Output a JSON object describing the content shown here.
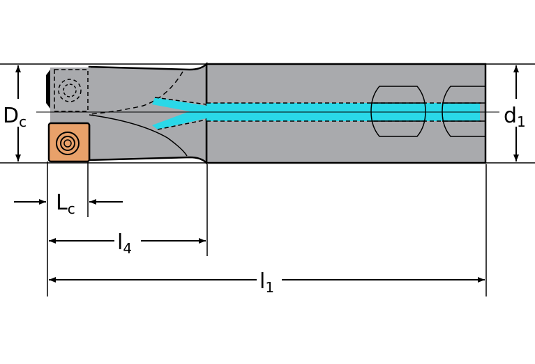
{
  "labels": {
    "dc": {
      "main": "D",
      "sub": "c"
    },
    "d1": {
      "main": "d",
      "sub": "1"
    },
    "lc": {
      "main": "L",
      "sub": "c"
    },
    "l4": {
      "main": "l",
      "sub": "4"
    },
    "l1": {
      "main": "l",
      "sub": "1"
    }
  },
  "colors": {
    "body": "#a9aaad",
    "outline": "#000000",
    "coolant": "#2ad8e8",
    "insert": "#e8a16a",
    "insert_outline": "#000000",
    "hidden_insert": "#a9aaad",
    "background": "#ffffff"
  }
}
